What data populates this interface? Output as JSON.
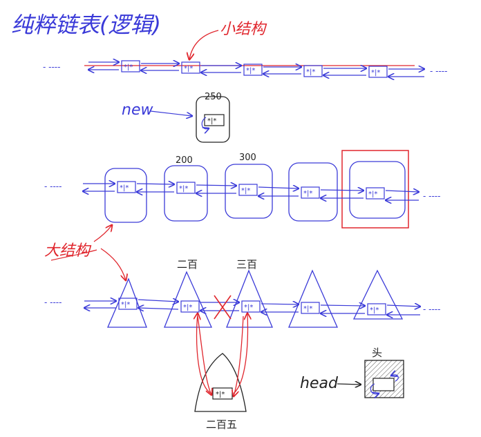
{
  "title": "纯粹链表(逻辑)",
  "annotations": {
    "small_struct": "小结构",
    "big_struct": "大结构",
    "new_label": "new",
    "head_label": "head",
    "head_cn": "头"
  },
  "numbers": {
    "n250": "250",
    "n200": "200",
    "n300": "300",
    "er_bai": "二百",
    "san_bai": "三百",
    "er_bai_wu": "二百五"
  },
  "node_text": "*|*",
  "ellipsis": "- ----",
  "colors": {
    "ink_blue": "#3a3ad8",
    "ink_red": "#e0262d",
    "ink_dark": "#222222"
  }
}
